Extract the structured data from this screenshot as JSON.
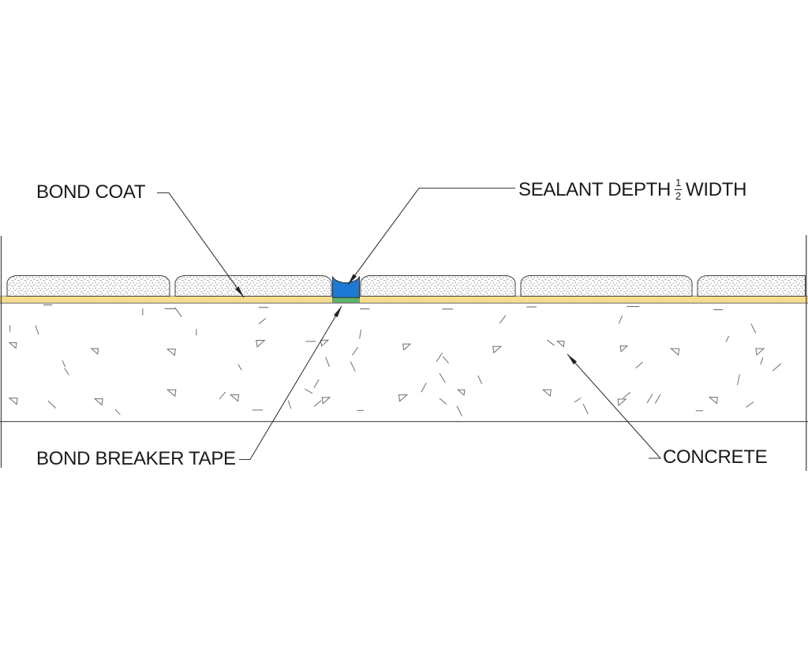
{
  "diagram": {
    "kind": "sealant-joint-construction-detail",
    "labels": {
      "bond_coat": "BOND COAT",
      "sealant_pre": "SEALANT DEPTH",
      "sealant_fraction": {
        "numerator": "1",
        "denominator": "2"
      },
      "sealant_post": "WIDTH",
      "bond_breaker_tape": "BOND BREAKER TAPE",
      "concrete": "CONCRETE"
    },
    "colors": {
      "sealant_blue": "#1d79d3",
      "bond_breaker_green": "#5cb567",
      "bond_coat_yellow": "#f5dc8f",
      "line_dark": "#3a3a3a",
      "hatch_gray": "#6e6e6e"
    }
  }
}
